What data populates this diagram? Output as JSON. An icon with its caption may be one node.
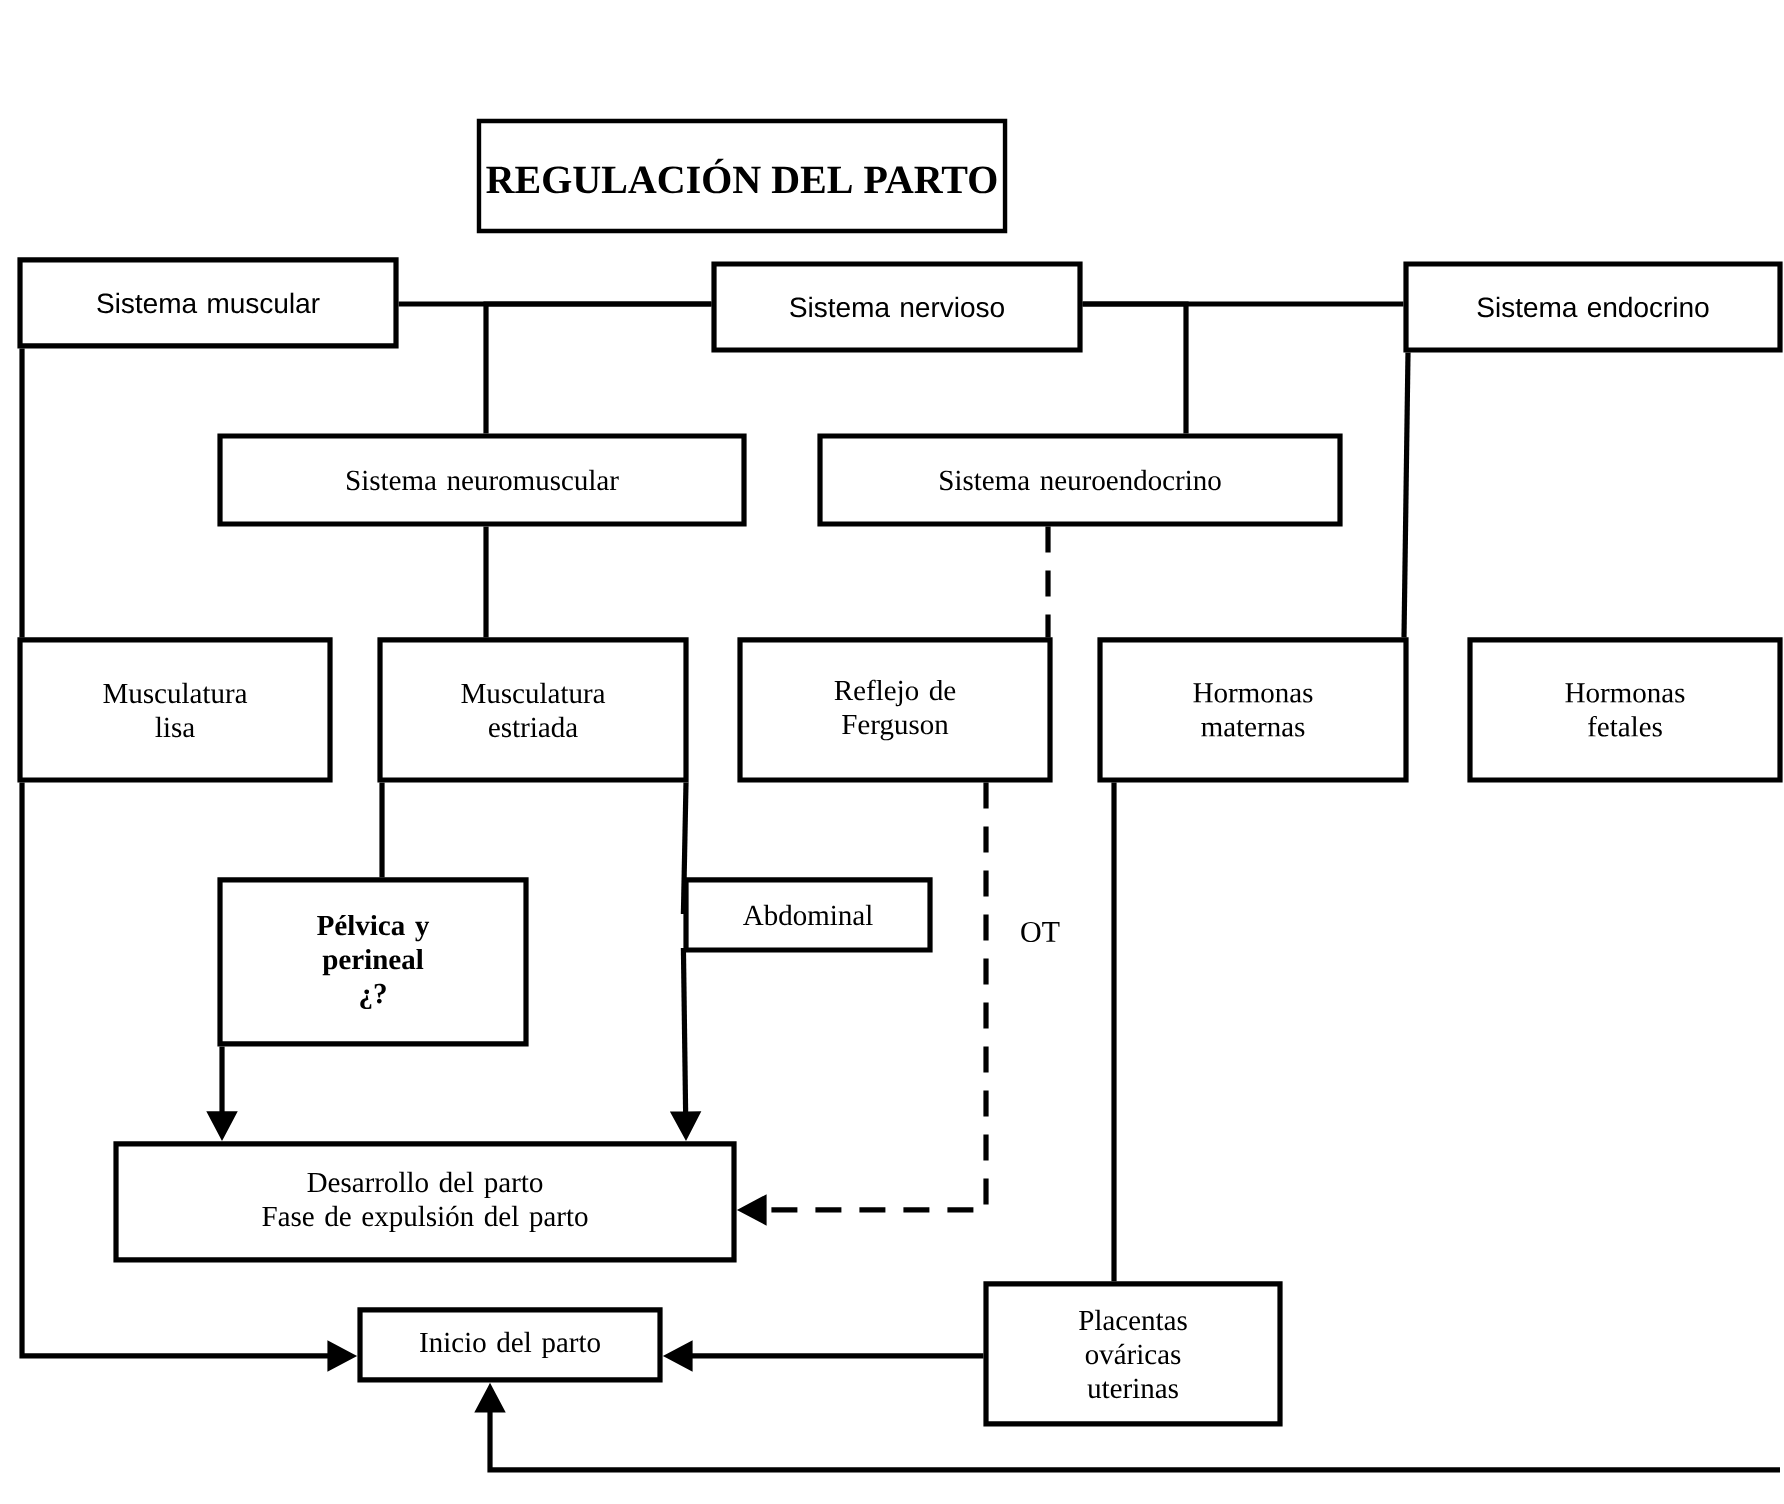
{
  "diagram": {
    "title": "REGULACIÓN DEL PARTO",
    "nodes": [
      {
        "text": [
          "Sistema muscular"
        ]
      },
      {
        "text": [
          "Sistema nervioso"
        ]
      },
      {
        "text": [
          "Sistema endocrino"
        ]
      },
      {
        "text": [
          "Sistema neuromuscular"
        ]
      },
      {
        "text": [
          "Sistema neuroendocrino"
        ]
      },
      {
        "text": [
          "Musculatura lisa"
        ]
      },
      {
        "text": [
          "Musculatura estriada"
        ]
      },
      {
        "text": [
          "Reflejo de Ferguson"
        ]
      },
      {
        "text": [
          "Hormonas maternas"
        ]
      },
      {
        "text": [
          "Hormonas fetales"
        ]
      },
      {
        "text": [
          "Pélvica y perineal",
          "¿?"
        ]
      },
      {
        "text": [
          "Abdominal"
        ]
      },
      {
        "text": [
          "Desarrollo del parto",
          "Fase de expulsión del parto"
        ]
      },
      {
        "text": [
          "Inicio del parto"
        ]
      },
      {
        "text": [
          "Placentas ováricas uterinas"
        ]
      }
    ],
    "edges": [
      {
        "from": 0,
        "to": 1,
        "arrow": "none"
      },
      {
        "from": 1,
        "to": 3,
        "arrow": "none"
      },
      {
        "from": 1,
        "to": 2,
        "arrow": "none"
      },
      {
        "from": 1,
        "to": 4,
        "arrow": "none"
      },
      {
        "from": 0,
        "to": 5,
        "arrow": "none"
      },
      {
        "from": 5,
        "to": 13,
        "arrow": "to"
      },
      {
        "from": 3,
        "to": 6,
        "arrow": "none"
      },
      {
        "from": 4,
        "to": 7,
        "arrow": "none",
        "style": "dashed"
      },
      {
        "from": 6,
        "to": 10,
        "arrow": "none"
      },
      {
        "from": 6,
        "to": 11,
        "arrow": "none"
      },
      {
        "from": 11,
        "to": 12,
        "arrow": "to"
      },
      {
        "from": 10,
        "to": 12,
        "arrow": "to"
      },
      {
        "from": 7,
        "to": 12,
        "arrow": "to",
        "style": "dashed",
        "label": "OT"
      },
      {
        "from": 2,
        "to": 8,
        "arrow": "none"
      },
      {
        "from": 8,
        "to": 14,
        "arrow": "none"
      },
      {
        "from": 14,
        "to": 13,
        "arrow": "to"
      },
      {
        "from": null,
        "to": 13,
        "arrow": "to"
      }
    ]
  }
}
